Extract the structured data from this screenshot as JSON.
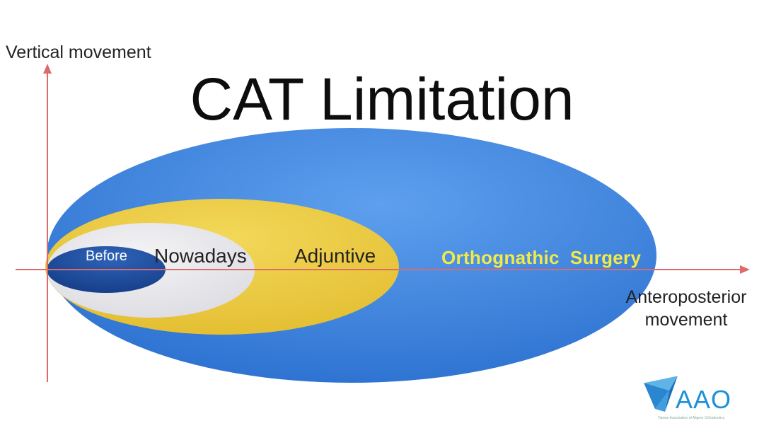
{
  "title": "CAT Limitation",
  "axes": {
    "vertical_label": "Vertical movement",
    "horizontal_label_line1": "Anteroposterior",
    "horizontal_label_line2": "movement"
  },
  "regions": [
    {
      "label": "Before",
      "color": "#1d4e9e"
    },
    {
      "label": "Nowadays",
      "color": "#e6e6ea"
    },
    {
      "label": "Adjuntive",
      "color": "#edcc4a"
    },
    {
      "label": "Orthognathic  Surgery",
      "color": "#3b82db"
    }
  ],
  "logo": {
    "text": "AAO",
    "subtitle": "Taiwan Association of Aligner Orthodontics"
  },
  "colors": {
    "axis": "#e06a6a",
    "surgery_label": "#f3ea46"
  }
}
